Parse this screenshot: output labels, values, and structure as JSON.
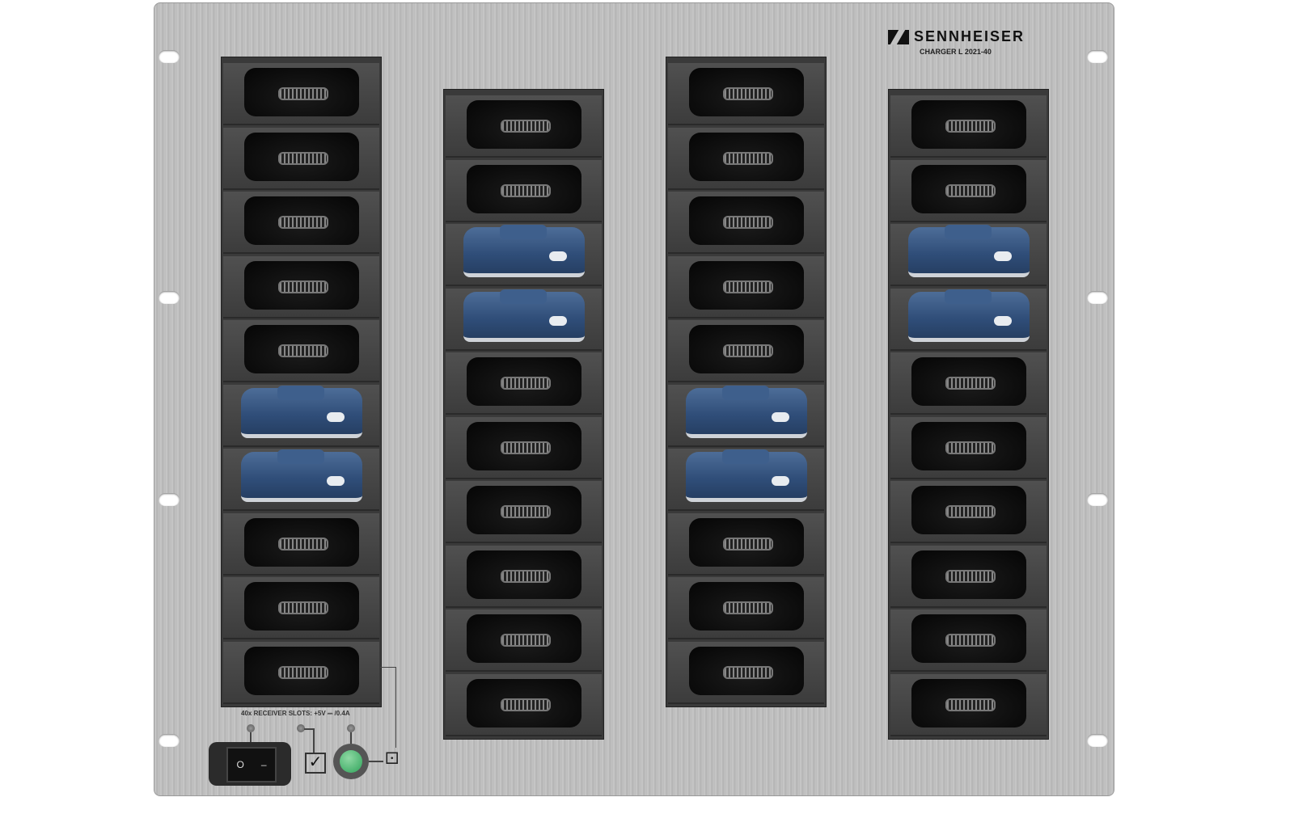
{
  "brand": "SENNHEISER",
  "model": "CHARGER  L 2021-40",
  "spec_label": "40x RECEIVER SLOTS:  +5V ⎓ /0.4A",
  "switch": {
    "off": "O",
    "on": "–"
  },
  "check_symbol": "✓",
  "eject_symbol": "⚀",
  "colors": {
    "receiver": "#2f4d78",
    "button": "#2fa35a"
  },
  "columns": [
    {
      "offset": "high",
      "occupied": [
        false,
        false,
        false,
        false,
        false,
        true,
        true,
        false,
        false,
        false
      ]
    },
    {
      "offset": "low",
      "occupied": [
        false,
        false,
        true,
        true,
        false,
        false,
        false,
        false,
        false,
        false
      ]
    },
    {
      "offset": "high",
      "occupied": [
        false,
        false,
        false,
        false,
        false,
        true,
        true,
        false,
        false,
        false
      ]
    },
    {
      "offset": "low",
      "occupied": [
        false,
        false,
        true,
        true,
        false,
        false,
        false,
        false,
        false,
        false
      ]
    }
  ]
}
